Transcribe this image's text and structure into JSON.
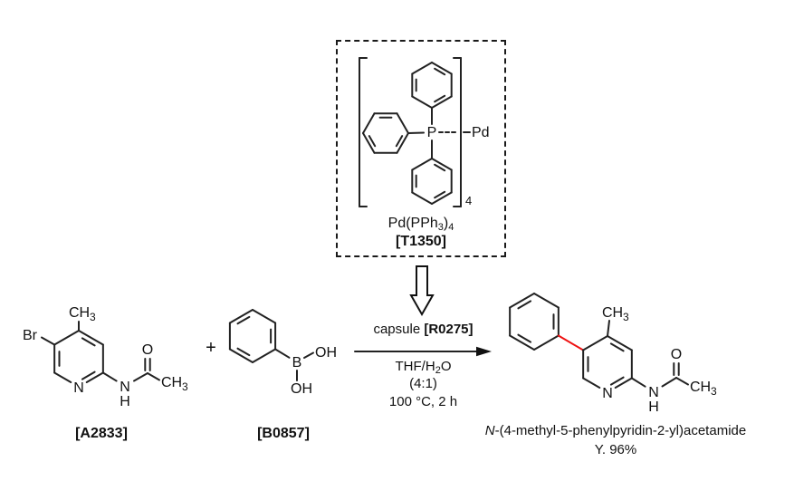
{
  "scheme": {
    "catalyst": {
      "p_label": "P",
      "pd_label": "Pd",
      "bracket_subscript": "4",
      "formula_pre": "Pd(PPh",
      "formula_sub1": "3",
      "formula_mid": ")",
      "formula_sub2": "4",
      "code": "[T1350]"
    },
    "reactant1": {
      "code": "[A2833]",
      "atoms": {
        "br": "Br",
        "methyl": "CH",
        "methyl_sub": "3",
        "ring_n": "N",
        "amide_n": "N",
        "amide_h": "H",
        "carbonyl_o": "O",
        "acetyl": "CH",
        "acetyl_sub": "3"
      }
    },
    "plus_sign": "+",
    "reactant2": {
      "code": "[B0857]",
      "atoms": {
        "boron": "B",
        "hydroxyl_top": "OH",
        "hydroxyl_bottom": "OH"
      }
    },
    "arrow": {
      "reagent_normal": "capsule ",
      "reagent_bold": "[R0275]",
      "solvent_pre": "THF/H",
      "solvent_sub": "2",
      "solvent_post": "O",
      "ratio": "(4:1)",
      "temp_time": "100 °C, 2 h"
    },
    "product": {
      "name_prefix_italic": "N",
      "name_rest": "-(4-methyl-5-phenylpyridin-2-yl)acetamide",
      "yield": "Y. 96%",
      "atoms": {
        "methyl": "CH",
        "methyl_sub": "3",
        "ring_n": "N",
        "amide_n": "N",
        "amide_h": "H",
        "carbonyl_o": "O",
        "acetyl": "CH",
        "acetyl_sub": "3"
      }
    },
    "colors": {
      "bond": "#222222",
      "new_bond": "#ee1111",
      "text": "#111111"
    }
  }
}
